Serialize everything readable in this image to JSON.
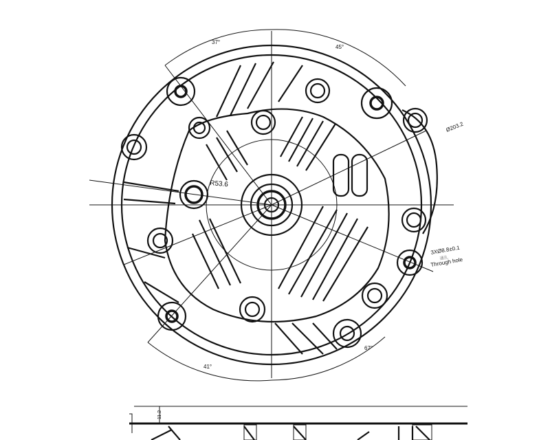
{
  "drawing": {
    "angles": {
      "top_left": "37°",
      "top_right": "45°",
      "bottom_left": "41°",
      "bottom_right": "67°"
    },
    "diameter_label": "Ø203.2",
    "radius_label": "R53.6",
    "hole_spec": "3XØ8.8±0.1",
    "hole_note_cn": "通孔",
    "hole_note": "Through hole",
    "section_height": "11.2"
  }
}
